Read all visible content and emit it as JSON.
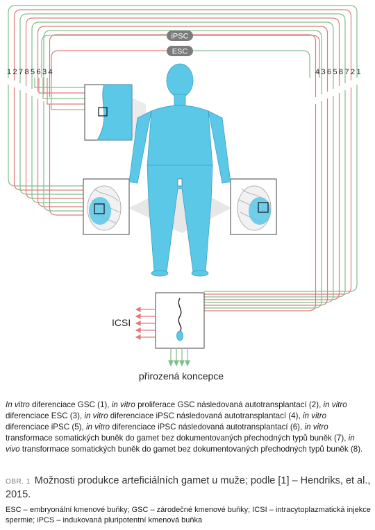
{
  "labels": {
    "ipsc": "iPSC",
    "esc": "ESC",
    "left_numbers": [
      "1",
      "2",
      "7",
      "8",
      "5",
      "6",
      "3",
      "4"
    ],
    "right_numbers": [
      "4",
      "3",
      "6",
      "5",
      "8",
      "7",
      "2",
      "1"
    ],
    "icsi": "ICSI",
    "natural_conception": "přirozená koncepce"
  },
  "colors": {
    "green_line": "#7fbf8a",
    "red_line": "#e07a7a",
    "body": "#5bc8e8",
    "pill": "#7b7b7b"
  },
  "description": {
    "segments": [
      {
        "t": "In vitro",
        "i": true
      },
      {
        "t": " diferenciace GSC (1), "
      },
      {
        "t": "in vitro",
        "i": true
      },
      {
        "t": " proliferace GSC následovaná autotransplantací (2), "
      },
      {
        "t": "in vitro",
        "i": true
      },
      {
        "t": " diferenciace ESC (3), "
      },
      {
        "t": "in vitro",
        "i": true
      },
      {
        "t": " diferenciace iPSC následovaná autotransplantací (4), "
      },
      {
        "t": "in vitro",
        "i": true
      },
      {
        "t": " diferenciace iPSC (5), "
      },
      {
        "t": "in vitro",
        "i": true
      },
      {
        "t": " diferenciace iPSC následovaná autotransplantací (6), "
      },
      {
        "t": "in vitro",
        "i": true
      },
      {
        "t": " transformace somatických buněk do gamet bez dokumentovaných přechodných typů buněk (7), "
      },
      {
        "t": "in vivo",
        "i": true
      },
      {
        "t": " transformace somatických buněk do gamet bez dokumentovaných přechodných typů buněk (8)."
      }
    ]
  },
  "figure": {
    "label": "OBR. 1",
    "title": "Možnosti produkce arteficiálních gamet u muže; podle [1] – Hendriks, et al., 2015."
  },
  "abbreviations": "ESC – embryonální kmenové buňky; GSC – zárodečné kmenové buňky; ICSI – intracytoplazmatická injekce spermie; iPCS – indukovaná pluripotentní kmenová buňka"
}
